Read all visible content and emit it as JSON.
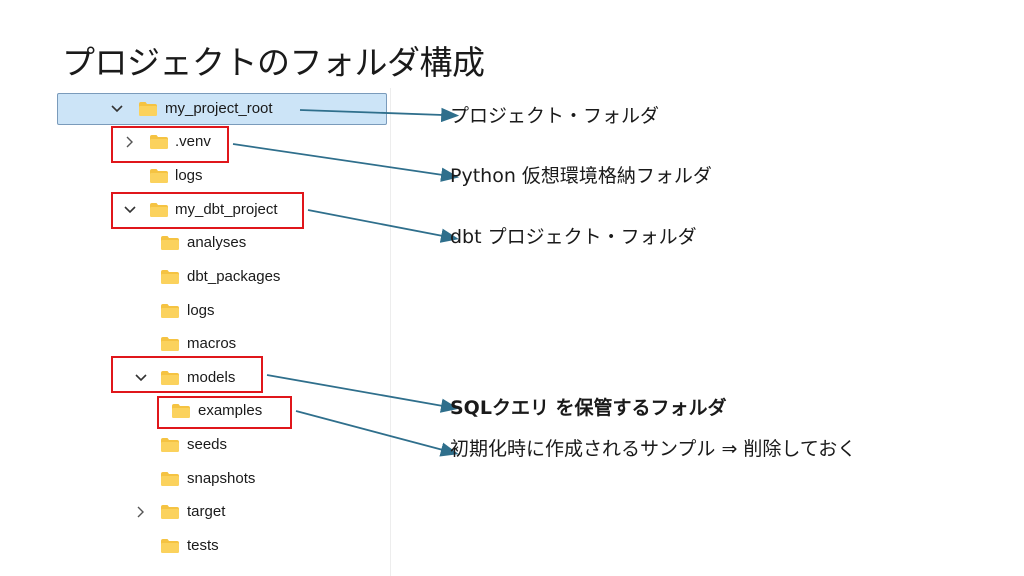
{
  "title": "プロジェクトのフォルダ構成",
  "tree": {
    "items": [
      {
        "label": "my_project_root",
        "expanded": true,
        "selected": true
      },
      {
        "label": ".venv",
        "expanded": false
      },
      {
        "label": "logs"
      },
      {
        "label": "my_dbt_project",
        "expanded": true
      },
      {
        "label": "analyses"
      },
      {
        "label": "dbt_packages"
      },
      {
        "label": "logs"
      },
      {
        "label": "macros"
      },
      {
        "label": "models",
        "expanded": true
      },
      {
        "label": "examples"
      },
      {
        "label": "seeds"
      },
      {
        "label": "snapshots"
      },
      {
        "label": "target",
        "expanded": false
      },
      {
        "label": "tests"
      }
    ]
  },
  "callouts": [
    "プロジェクト・フォルダ",
    "Python 仮想環境格納フォルダ",
    "dbt プロジェクト・フォルダ",
    "SQLクエリ を保管するフォルダ",
    "初期化時に作成されるサンプル ⇒ 削除しておく"
  ],
  "colors": {
    "highlight_box": "#e0161b",
    "arrow": "#2f6f8c",
    "selection_fill": "#cce4f7",
    "folder": "#f5c342"
  },
  "icons": [
    "chevron-down-icon",
    "chevron-right-icon",
    "folder-icon"
  ]
}
